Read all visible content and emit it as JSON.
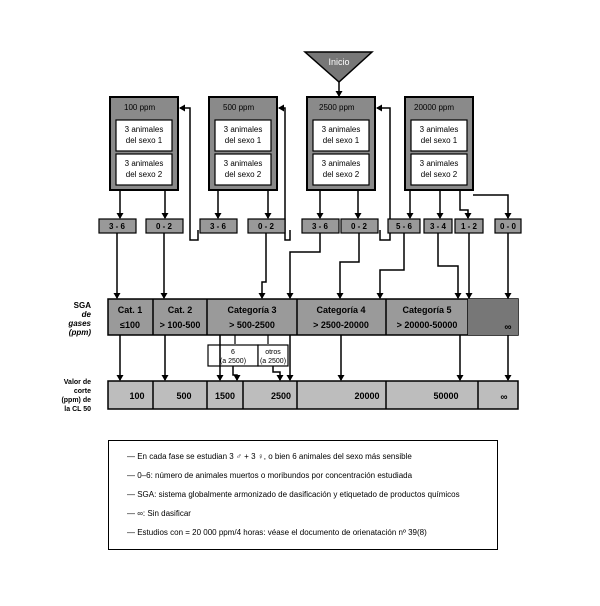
{
  "start": "Inicio",
  "phases": [
    {
      "dose": "100 ppm",
      "sex1": [
        "3 animales",
        "del sexo 1"
      ],
      "sex2": [
        "3 animales",
        "del sexo 2"
      ]
    },
    {
      "dose": "500 ppm",
      "sex1": [
        "3 animales",
        "del sexo 1"
      ],
      "sex2": [
        "3 animales",
        "del sexo 2"
      ]
    },
    {
      "dose": "2500 ppm",
      "sex1": [
        "3 animales",
        "del sexo 1"
      ],
      "sex2": [
        "3 animales",
        "del sexo 2"
      ]
    },
    {
      "dose": "20000 ppm",
      "sex1": [
        "3 animales",
        "del sexo 1"
      ],
      "sex2": [
        "3 animales",
        "del sexo 2"
      ]
    }
  ],
  "outcomes": [
    "3 - 6",
    "0 - 2",
    "3 - 6",
    "0 - 2",
    "3 - 6",
    "0 - 2",
    "5 - 6",
    "3 - 4",
    "1 - 2",
    "0 - 0"
  ],
  "sga_label": [
    "SGA",
    "de",
    "gases",
    "(ppm)"
  ],
  "categories": [
    {
      "name": "Cat. 1",
      "range": "≤100"
    },
    {
      "name": "Cat. 2",
      "range": "> 100-500"
    },
    {
      "name": "Categoría 3",
      "range": "> 500-2500"
    },
    {
      "name": "Categoría 4",
      "range": "> 2500-20000"
    },
    {
      "name": "Categoría 5",
      "range": "> 20000-50000"
    },
    {
      "name": "",
      "range": "∞"
    }
  ],
  "sub_boxes": [
    {
      "line1": "6",
      "line2": "(a 2500)"
    },
    {
      "line1": "otros",
      "line2": "(a 2500)"
    }
  ],
  "cutoff_label": [
    "Valor de",
    "corte",
    "(ppm) de",
    "la CL 50"
  ],
  "cutoffs": [
    "100",
    "500",
    "1500",
    "2500",
    "20000",
    "50000",
    "∞"
  ],
  "legend": [
    "— En cada fase se estudian 3 ♂ + 3 ♀, o bien 6 animales del sexo más sensible",
    "— 0–6: número de animales muertos o moribundos por concentración estudiada",
    "— SGA: sistema globalmente armonizado de dasificación y etiquetado de productos químicos",
    "— ∞: Sin dasificar",
    "— Estudios con = 20 000 ppm/4 horas: véase el documento de orienatación nº 39(8)"
  ]
}
